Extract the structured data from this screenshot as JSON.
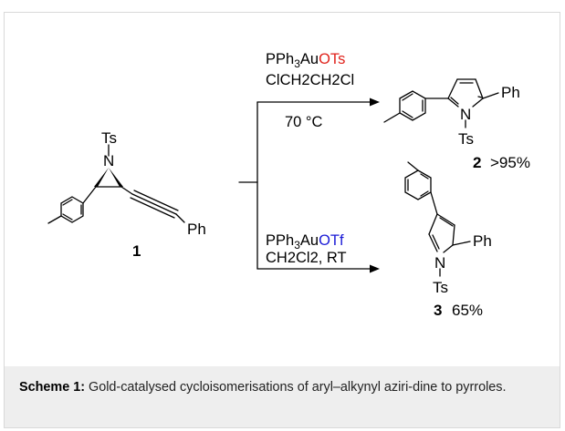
{
  "reaction": {
    "starting_material": {
      "ts_label": "Ts",
      "n_label": "N",
      "ph_label": "Ph",
      "number": "1"
    },
    "upper_conditions": {
      "catalyst_prefix": "PPh",
      "catalyst_sub": "3",
      "catalyst_metal": "Au",
      "catalyst_anion": "OTs",
      "solvent": "ClCH2CH2Cl",
      "temperature": "70 °C"
    },
    "lower_conditions": {
      "catalyst_prefix": "PPh",
      "catalyst_sub": "3",
      "catalyst_metal": "Au",
      "catalyst_anion": "OTf",
      "solvent": "CH2Cl2, RT"
    },
    "product_2": {
      "n_label": "N",
      "ts_label": "Ts",
      "ph_label": "Ph",
      "number": "2",
      "yield": ">95%"
    },
    "product_3": {
      "n_label": "N",
      "ts_label": "Ts",
      "ph_label": "Ph",
      "number": "3",
      "yield": "65%"
    },
    "colors": {
      "ots_anion": "#e0231c",
      "otf_anion": "#1a1ad6",
      "bond": "#000000"
    }
  },
  "caption": {
    "label": "Scheme 1:",
    "text": "Gold-catalysed cycloisomerisations of aryl–alkynyl aziri-dine to pyrroles."
  }
}
